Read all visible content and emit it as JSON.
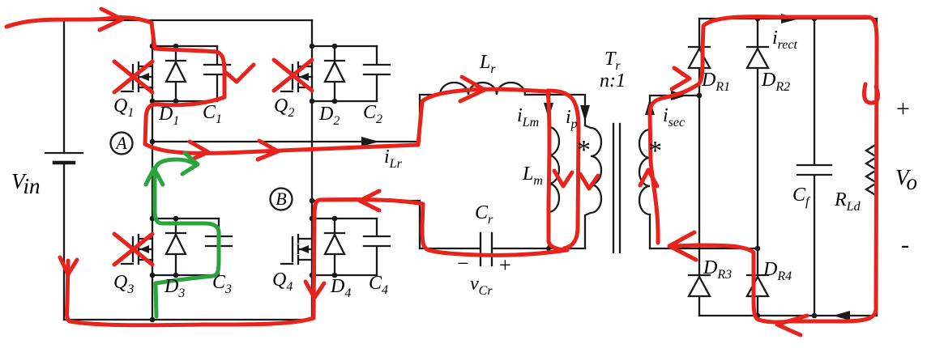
{
  "colors": {
    "wire": "#1a1a1a",
    "red": "#e8231c",
    "green": "#2aa43c",
    "text": "#000000",
    "background": "#ffffff"
  },
  "labels": {
    "vin": {
      "main": "V",
      "sub": "in"
    },
    "q1": {
      "main": "Q",
      "sub": "1"
    },
    "d1": {
      "main": "D",
      "sub": "1"
    },
    "c1": {
      "main": "C",
      "sub": "1"
    },
    "q2": {
      "main": "Q",
      "sub": "2"
    },
    "d2": {
      "main": "D",
      "sub": "2"
    },
    "c2": {
      "main": "C",
      "sub": "2"
    },
    "q3": {
      "main": "Q",
      "sub": "3"
    },
    "d3": {
      "main": "D",
      "sub": "3"
    },
    "c3": {
      "main": "C",
      "sub": "3"
    },
    "q4": {
      "main": "Q",
      "sub": "4"
    },
    "d4": {
      "main": "D",
      "sub": "4"
    },
    "c4": {
      "main": "C",
      "sub": "4"
    },
    "node_a": "A",
    "node_b": "B",
    "i_lr": {
      "main": "i",
      "sub": "Lr"
    },
    "l_r": {
      "main": "L",
      "sub": "r"
    },
    "i_lm": {
      "main": "i",
      "sub": "Lm"
    },
    "i_p": {
      "main": "i",
      "sub": "p"
    },
    "l_m": {
      "main": "L",
      "sub": "m"
    },
    "c_r": {
      "main": "C",
      "sub": "r"
    },
    "v_cr": {
      "main": "v",
      "sub": "Cr"
    },
    "cr_minus": "−",
    "cr_plus": "+",
    "t_r": {
      "main": "T",
      "sub": "r"
    },
    "ratio": "n:1",
    "dot_primary": "*",
    "dot_secondary": "*",
    "i_sec": {
      "main": "i",
      "sub": "sec"
    },
    "dr1": {
      "main": "D",
      "sub": "R1"
    },
    "dr2": {
      "main": "D",
      "sub": "R2"
    },
    "dr3": {
      "main": "D",
      "sub": "R3"
    },
    "dr4": {
      "main": "D",
      "sub": "R4"
    },
    "i_rect": {
      "main": "i",
      "sub": "rect"
    },
    "c_f": {
      "main": "C",
      "sub": "f"
    },
    "r_ld": {
      "main": "R",
      "sub": "Ld"
    },
    "v_o": {
      "main": "V",
      "sub": "o"
    },
    "out_plus": "+",
    "out_minus": "-"
  },
  "annotations": {
    "crossed_out_switches": [
      "Q1",
      "Q2",
      "Q3"
    ]
  }
}
